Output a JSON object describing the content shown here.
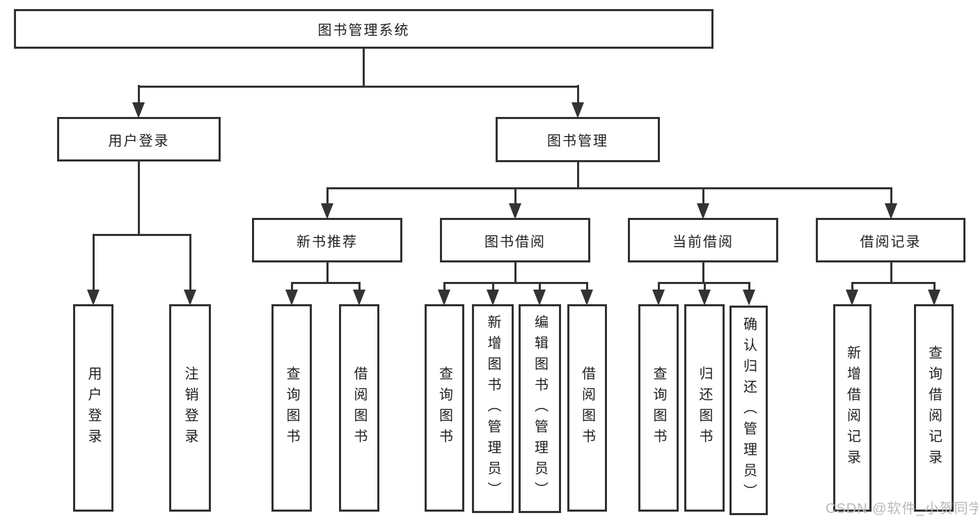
{
  "tree": {
    "label": "图书管理系统",
    "children": [
      {
        "label": "用户登录",
        "children": [
          "用户登录",
          "注销登录"
        ]
      },
      {
        "label": "图书管理",
        "children": [
          {
            "label": "新书推荐",
            "children": [
              "查询图书",
              "借阅图书"
            ]
          },
          {
            "label": "图书借阅",
            "children": [
              "查询图书",
              "新增图书（管理员）",
              "编辑图书（管理员）",
              "借阅图书"
            ]
          },
          {
            "label": "当前借阅",
            "children": [
              "查询图书",
              "归还图书",
              "确认归还（管理员）"
            ]
          },
          {
            "label": "借阅记录",
            "children": [
              "新增借阅记录",
              "查询借阅记录"
            ]
          }
        ]
      }
    ]
  },
  "watermark": "CSDN @软件_小贺同学",
  "colors": {
    "line": "#333333",
    "box_border": "#313131",
    "box_fill": "#ffffff",
    "text": "#1f1f1f",
    "watermark": "#b9b9b9",
    "background": "#ffffff"
  }
}
